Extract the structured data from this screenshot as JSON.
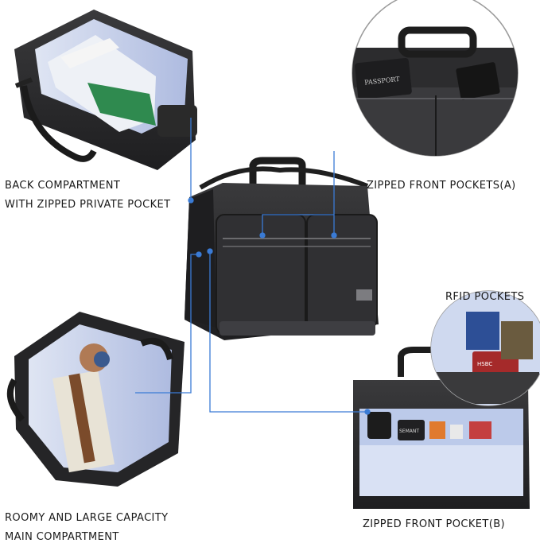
{
  "captions": {
    "back_compartment": [
      "BACK COMPARTMENT",
      "WITH ZIPPED PRIVATE POCKET"
    ],
    "front_pockets_a": "ZIPPED FRONT POCKETS(A)",
    "rfid_pockets": "RFID POCKETS",
    "main_compartment": [
      "ROOMY AND LARGE CAPACITY",
      "MAIN COMPARTMENT"
    ],
    "front_pocket_b": "ZIPPED FRONT POCKET(B)"
  },
  "printed_items": {
    "passport": "PASSPORT",
    "card": "HSBC",
    "notebook": "SEMANT"
  },
  "colors": {
    "callout_line": "#3a7bd5",
    "bag_fabric": "#2b2b2b",
    "lining": "#b9c6e4"
  }
}
